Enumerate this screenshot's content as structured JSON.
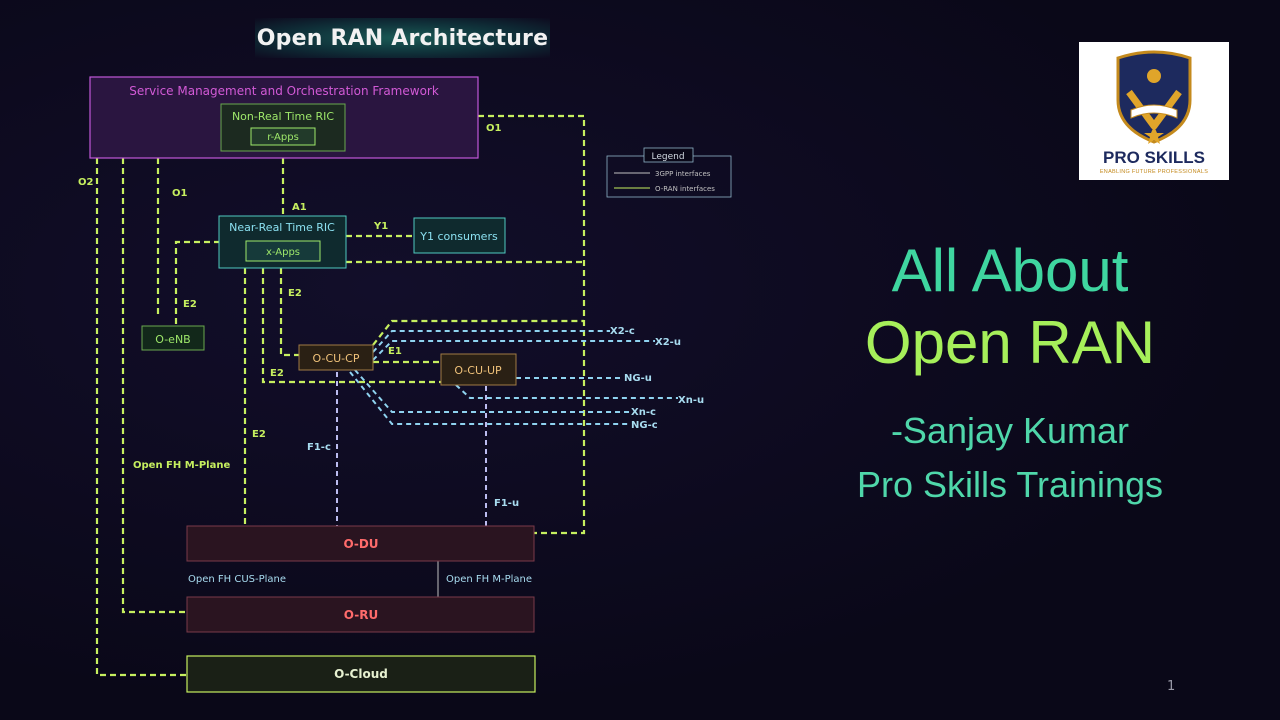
{
  "diagram": {
    "title": "Open RAN Architecture",
    "smo": {
      "label": "Service Management and Orchestration Framework",
      "non_rt_ric": "Non-Real Time RIC",
      "rapps": "r-Apps"
    },
    "near_rt_ric": {
      "label": "Near-Real Time RIC",
      "xapps": "x-Apps"
    },
    "y1_consumers": "Y1 consumers",
    "o_enb": "O-eNB",
    "o_cu_cp": "O-CU-CP",
    "o_cu_up": "O-CU-UP",
    "o_du": "O-DU",
    "o_ru": "O-RU",
    "o_cloud": "O-Cloud",
    "legend": {
      "title": "Legend",
      "items": [
        "3GPP interfaces",
        "O-RAN interfaces"
      ]
    },
    "labels": {
      "o1_top": "O1",
      "o1_mid": "O1",
      "o2": "O2",
      "a1": "A1",
      "y1": "Y1",
      "e2_enb": "E2",
      "e2_cu": "E2",
      "e2_cucp": "E2",
      "e2_du": "E2",
      "e1": "E1",
      "f1c": "F1-c",
      "f1u": "F1-u",
      "x2c": "X2-c",
      "x2u": "X2-u",
      "ngu": "NG-u",
      "xnu": "Xn-u",
      "xnc": "Xn-c",
      "ngc": "NG-c",
      "fh_m_plane_left": "Open FH M-Plane",
      "fh_cus_plane": "Open FH CUS-Plane",
      "fh_m_plane_right": "Open FH M-Plane"
    },
    "colors": {
      "oran": "#c6ef5f",
      "gpp": "#8fd3f0",
      "smo_text": "#d25ad6",
      "box_text": "#9ee86a",
      "odu_text": "#ff6b6b"
    }
  },
  "headline": {
    "line1": "All About",
    "line2": "Open RAN",
    "author": "-Sanjay Kumar",
    "org": "Pro Skills Trainings"
  },
  "logo": {
    "text": "PRO SKILLS",
    "tagline": "ENABLING FUTURE PROFESSIONALS"
  },
  "page_number": "1"
}
